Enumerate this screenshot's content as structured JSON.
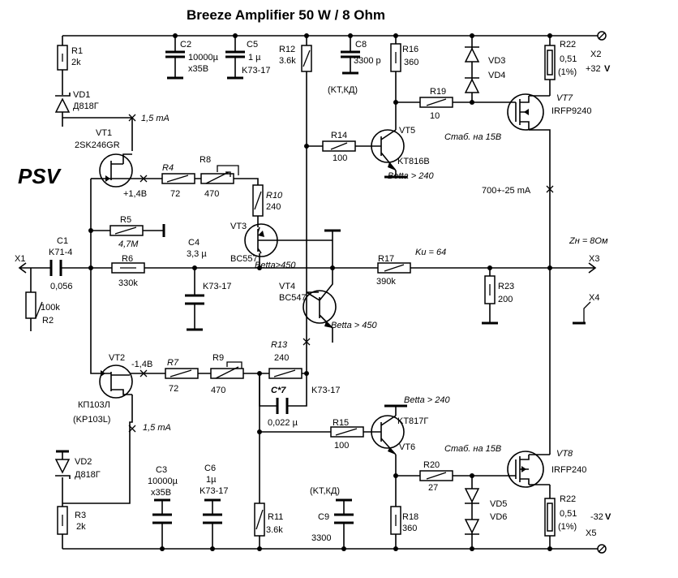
{
  "title": "Breeze Amplifier 50 W / 8 Ohm",
  "logo": "PSV",
  "labels": {
    "r1": [
      "R1",
      "2k"
    ],
    "vd1": [
      "VD1",
      "Д818Г"
    ],
    "vt1": [
      "VT1",
      "2SK246GR"
    ],
    "i_top": "1,5 mA",
    "v_plus14": "+1,4В",
    "r4": [
      "R4",
      "72"
    ],
    "r8": [
      "R8",
      "470"
    ],
    "r10": [
      "R10",
      "240"
    ],
    "r5": [
      "R5",
      "4,7M"
    ],
    "x1": "X1",
    "c1": [
      "C1",
      "K71-4",
      "0,056"
    ],
    "r2": [
      "100k",
      "R2"
    ],
    "r6": [
      "R6",
      "330k"
    ],
    "c4": [
      "C4",
      "3,3 µ",
      "K73-17"
    ],
    "vt3": [
      "VT3",
      "BC557",
      "Betta>450"
    ],
    "vt4": [
      "VT4",
      "BC547",
      "Betta > 450"
    ],
    "c2": [
      "C2",
      "10000µ",
      "x35B"
    ],
    "c5": [
      "C5",
      "1 µ",
      "K73-17"
    ],
    "r12": [
      "R12",
      "3.6k"
    ],
    "c8": [
      "C8",
      "3300 p",
      "(KT,КД)"
    ],
    "r16": [
      "R16",
      "360"
    ],
    "vd3": [
      "VD3",
      "VD4"
    ],
    "r22a": [
      "R22",
      "0,51",
      "(1%)"
    ],
    "x2": [
      "X2",
      "+32",
      "V"
    ],
    "r19": [
      "R19",
      "10"
    ],
    "vt7": [
      "VT7",
      "IRFP9240"
    ],
    "r14": [
      "R14",
      "100"
    ],
    "vt5": [
      "VT5",
      "KT816B",
      "Betta > 240"
    ],
    "stab_top": "Стаб. на 15В",
    "current_out": "700+-25 mA",
    "zn": "Zн = 8Ом",
    "ku": "Ku = 64",
    "r17": [
      "R17",
      "390k"
    ],
    "x3": "X3",
    "r23": [
      "R23",
      "200"
    ],
    "x4": "X4",
    "vt2": [
      "VT2",
      "-1,4В",
      "КП103Л",
      "(KP103L)"
    ],
    "r7": [
      "R7",
      "72"
    ],
    "r9": [
      "R9",
      "470"
    ],
    "r13": [
      "R13",
      "240"
    ],
    "c7": [
      "C*7",
      "K73-17",
      "0,022 µ"
    ],
    "i_bot": "1,5 mA",
    "vd2": [
      "VD2",
      "Д818Г"
    ],
    "r3": [
      "R3",
      "2k"
    ],
    "c3": [
      "C3",
      "10000µ",
      "x35B"
    ],
    "c6": [
      "C6",
      "1µ",
      "K73-17"
    ],
    "r11": [
      "R11",
      "3.6k"
    ],
    "c9": [
      "(KT,КД)",
      "C9",
      "3300"
    ],
    "r15": [
      "R15",
      "100"
    ],
    "vt6": [
      "VT6",
      "KT817Г",
      "Betta > 240"
    ],
    "r18": [
      "R18",
      "360"
    ],
    "r20": [
      "R20",
      "27"
    ],
    "vd5": [
      "VD5",
      "VD6"
    ],
    "stab_bot": "Стаб. на 15В",
    "vt8": [
      "VT8",
      "IRFP240"
    ],
    "r22b": [
      "R22",
      "0,51",
      "(1%)"
    ],
    "x5": [
      "-32",
      "V",
      "X5"
    ]
  }
}
